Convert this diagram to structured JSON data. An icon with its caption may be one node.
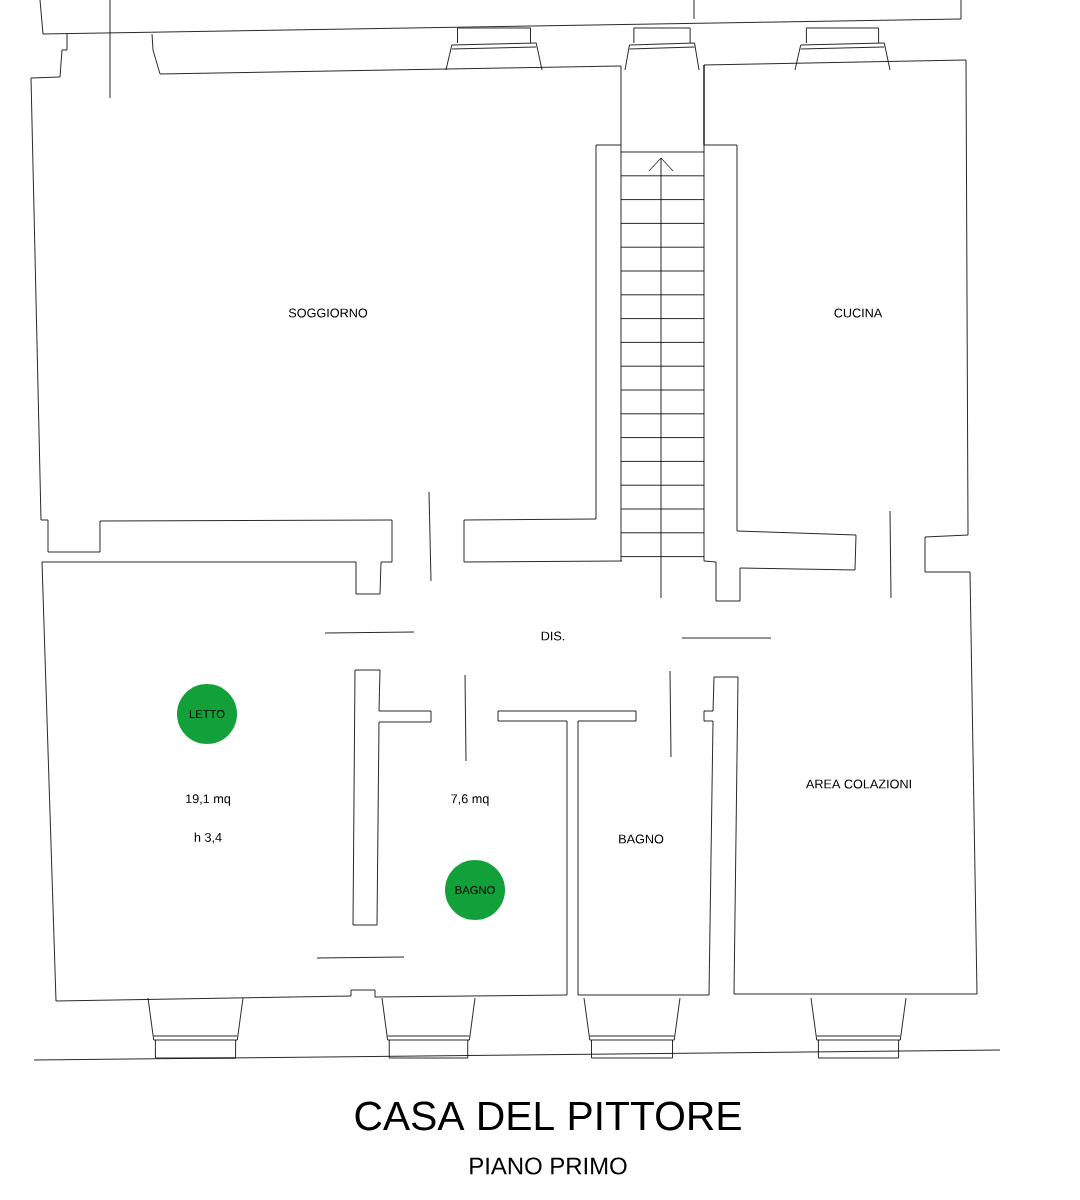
{
  "diagram": {
    "title": "CASA DEL PITTORE",
    "caption": "PIANO PRIMO",
    "nodes": [
      {
        "text": [
          "LETTO"
        ]
      },
      {
        "text": [
          "BAGNO"
        ]
      }
    ],
    "labels": [
      "SOGGIORNO",
      "CUCINA",
      "DIS.",
      "AREA COLAZIONI",
      "19,1 mq",
      "7,6 mq",
      "h 3,4",
      "BAGNO"
    ]
  }
}
